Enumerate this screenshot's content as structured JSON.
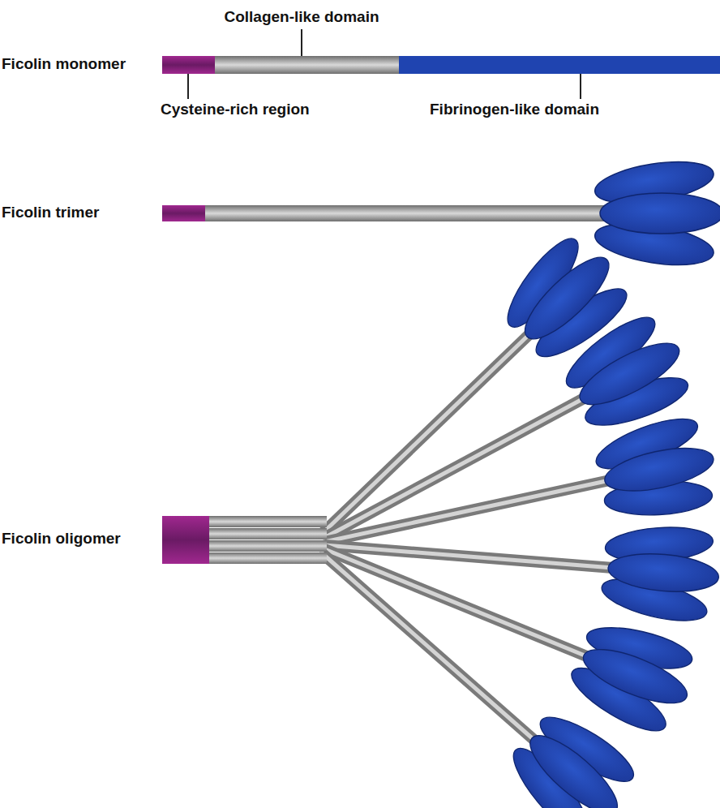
{
  "diagram": {
    "labels": [
      "Collagen-like domain",
      "Ficolin monomer",
      "Cysteine-rich region",
      "Fibrinogen-like domain",
      "Ficolin trimer",
      "Ficolin oligomer"
    ]
  }
}
